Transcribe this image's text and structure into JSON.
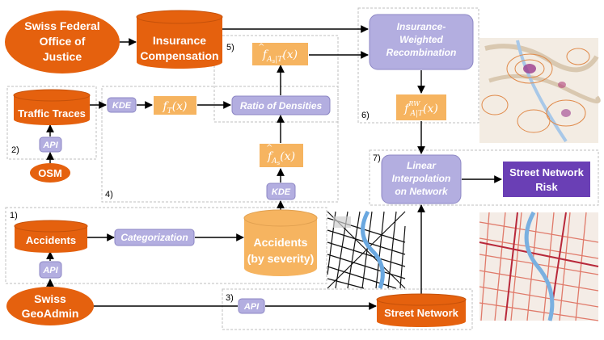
{
  "nodes": {
    "swiss_federal_office": [
      "Swiss Federal",
      "Office of",
      "Justice"
    ],
    "insurance_compensation": [
      "Insurance",
      "Compensation"
    ],
    "insurance_weighted_recombination": [
      "Insurance-",
      "Weighted",
      "Recombination"
    ],
    "traffic_traces": "Traffic Traces",
    "osm": "OSM",
    "accidents": "Accidents",
    "accidents_by_severity": [
      "Accidents",
      "(by severity)"
    ],
    "swiss_geoadmin": [
      "Swiss",
      "GeoAdmin"
    ],
    "street_network": "Street Network",
    "linear_interpolation": [
      "Linear",
      "Interpolation",
      "on Network"
    ],
    "street_network_risk": [
      "Street Network",
      "Risk"
    ]
  },
  "processes": {
    "kde_top": "KDE",
    "kde_bottom": "KDE",
    "api_osm": "API",
    "api_accidents": "API",
    "api_street": "API",
    "categorization": "Categorization",
    "ratio_of_densities": "Ratio of Densities"
  },
  "formulas": {
    "f_T": {
      "base": "f",
      "sub": "T",
      "arg": "(x)"
    },
    "f_As": {
      "base": "f",
      "sub": "A",
      "subsub": "s",
      "arg": "(x)"
    },
    "f_AsT": {
      "base": "f",
      "sub": "A",
      "subsub": "s",
      "sub_rest": "|T",
      "arg": "(x)"
    },
    "f_RW": {
      "base": "f",
      "sup": "RW",
      "sub": "A|T",
      "arg": "(x)"
    }
  },
  "step_labels": {
    "step1": "1)",
    "step2": "2)",
    "step3": "3)",
    "step4": "4)",
    "step5": "5)",
    "step6": "6)",
    "step7": "7)"
  },
  "colors": {
    "orange_dark": "#e5610e",
    "orange_light": "#f6b460",
    "purple_light": "#b3aee0",
    "purple_dark": "#6a3fb5",
    "dashed_border": "#bfbfbf",
    "text_white": "#ffffff",
    "text_black": "#000000"
  }
}
